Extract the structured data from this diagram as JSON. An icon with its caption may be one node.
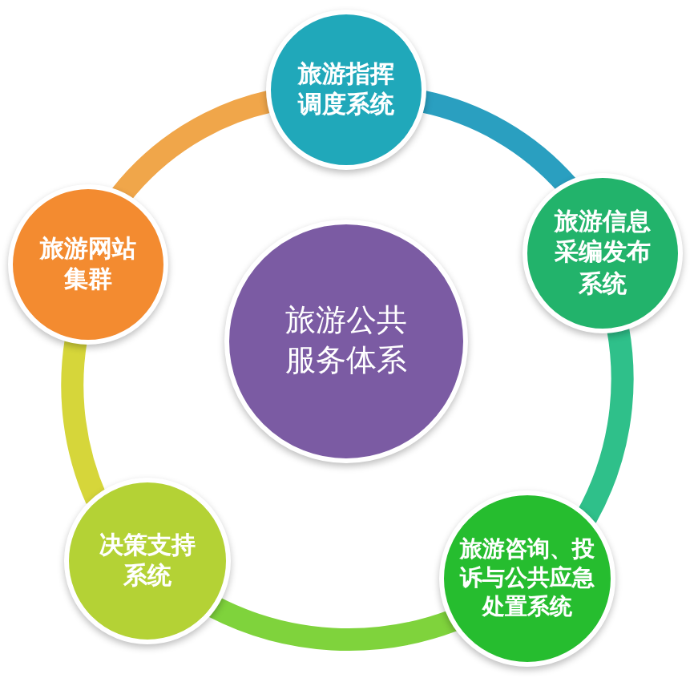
{
  "diagram": {
    "nodes": [
      {
        "text": [
          "旅游公共服务体系"
        ]
      },
      {
        "text": [
          "旅游指挥调度系统"
        ]
      },
      {
        "text": [
          "旅游信息采编发布系统"
        ]
      },
      {
        "text": [
          "旅游咨询、投诉与公共应急处置系统"
        ]
      },
      {
        "text": [
          "决策支持系统"
        ]
      },
      {
        "text": [
          "旅游网站集群"
        ]
      }
    ],
    "edges": [
      {
        "from": 1,
        "to": 2,
        "arrow": "none",
        "color": "#2a9fc0"
      },
      {
        "from": 2,
        "to": 3,
        "arrow": "none",
        "color": "#2fc08a"
      },
      {
        "from": 3,
        "to": 4,
        "arrow": "none",
        "color": "#7fd33c"
      },
      {
        "from": 4,
        "to": 5,
        "arrow": "none",
        "color": "#d6d63a"
      },
      {
        "from": 5,
        "to": 1,
        "arrow": "none",
        "color": "#f0a64a"
      }
    ]
  }
}
